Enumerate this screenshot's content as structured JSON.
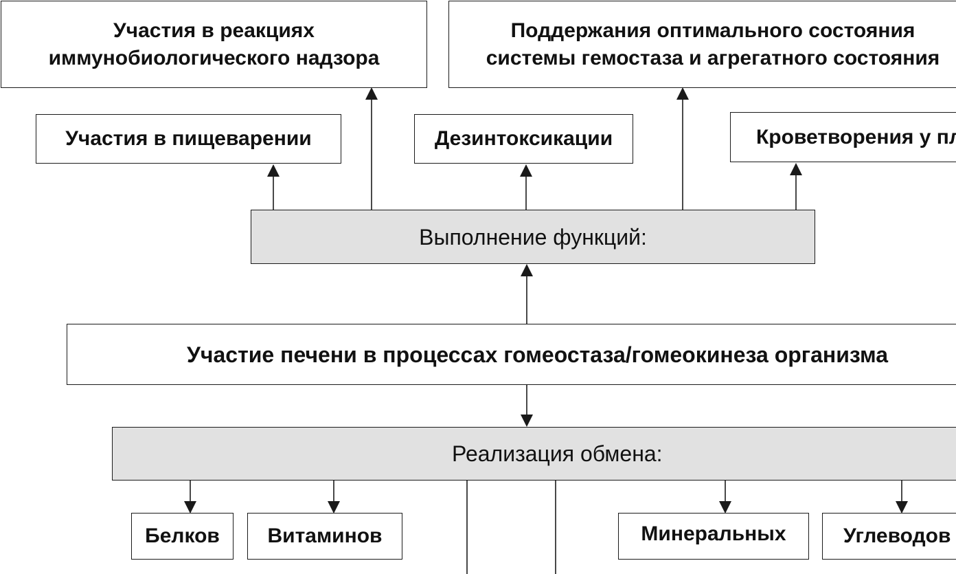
{
  "diagram": {
    "boxes": {
      "immuno": "Участия в реакциях иммунобиологического надзора",
      "hemostasis": "Поддержания оптимального состояния системы гемостаза и  агрегатного состояния",
      "digestion": "Участия в пищеварении",
      "detox": "Дезинтоксикации",
      "hematopoiesis": "Кроветворения у плода",
      "functions": "Выполнение функций:",
      "liver": "Участие печени в процессах гомеостаза/гомеокинеза организма",
      "metabolism": "Реализация обмена:",
      "proteins": "Белков",
      "vitamins": "Витаминов",
      "minerals": "Минеральных",
      "carbs": "Углеводов"
    },
    "colors": {
      "border": "#1a1a1a",
      "gray_fill": "#e1e1e1",
      "background": "#ffffff"
    }
  }
}
